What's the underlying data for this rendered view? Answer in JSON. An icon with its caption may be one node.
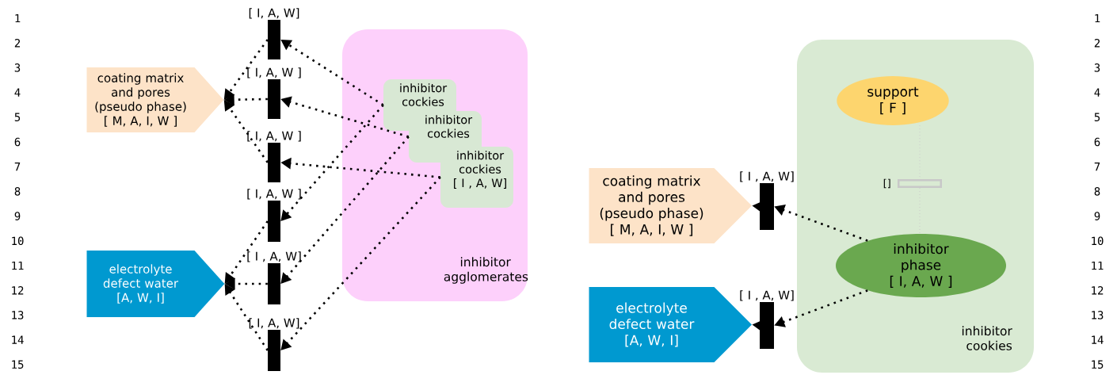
{
  "diagram": {
    "nodes": [
      {
        "text": [
          "coating matrix and pores (pseudo phase)",
          "[ M, A, I, W ]"
        ]
      },
      {
        "text": [
          "electrolyte defect water",
          "[A, W, I]"
        ]
      },
      {
        "text": [
          "[ I, A, W]"
        ]
      },
      {
        "text": [
          "[ I, A, W ]"
        ]
      },
      {
        "text": [
          "[ I, A, W ]"
        ]
      },
      {
        "text": [
          "[ I, A, W ]"
        ]
      },
      {
        "text": [
          "[ I , A, W]"
        ]
      },
      {
        "text": [
          "[ I, A, W]"
        ]
      },
      {
        "text": [
          "inhibitor agglomerates"
        ]
      },
      {
        "text": [
          "inhibitor cockies"
        ],
        "in": 8
      },
      {
        "text": [
          "inhibitor cockies"
        ],
        "in": 8
      },
      {
        "text": [
          "inhibitor cockies",
          "[ I , A, W]"
        ],
        "in": 8
      },
      {
        "text": [
          "coating matrix and pores (pseudo phase)",
          "[ M, A, I, W ]"
        ]
      },
      {
        "text": [
          "electrolyte defect water",
          "[A, W, I]"
        ]
      },
      {
        "text": [
          "[ I , A, W]"
        ]
      },
      {
        "text": [
          "[ I , A, W]"
        ]
      },
      {
        "text": [
          "inhibitor cookies"
        ]
      },
      {
        "text": [
          "support",
          "[ F ]"
        ],
        "in": 16
      },
      {
        "text": [],
        "shape": "bar",
        "beside": [
          "[]"
        ],
        "in": 16
      },
      {
        "text": [
          "inhibitor phase",
          "[ I, A, W ]"
        ],
        "in": 16
      }
    ],
    "edges": [
      {
        "from": 9,
        "to": 2,
        "arrow": "to"
      },
      {
        "from": 9,
        "to": 5,
        "arrow": "to"
      },
      {
        "from": 10,
        "to": 3,
        "arrow": "to"
      },
      {
        "from": 10,
        "to": 6,
        "arrow": "to"
      },
      {
        "from": 11,
        "to": 4,
        "arrow": "to"
      },
      {
        "from": 11,
        "to": 7,
        "arrow": "to"
      },
      {
        "from": 2,
        "to": 0,
        "arrow": "to"
      },
      {
        "from": 3,
        "to": 0,
        "arrow": "to"
      },
      {
        "from": 4,
        "to": 0,
        "arrow": "to"
      },
      {
        "from": 5,
        "to": 1,
        "arrow": "to"
      },
      {
        "from": 6,
        "to": 1,
        "arrow": "to"
      },
      {
        "from": 7,
        "to": 1,
        "arrow": "to"
      },
      {
        "from": 19,
        "to": 14,
        "arrow": "to"
      },
      {
        "from": 19,
        "to": 15,
        "arrow": "to"
      },
      {
        "from": 14,
        "to": 12,
        "arrow": "to"
      },
      {
        "from": 15,
        "to": 13,
        "arrow": "to"
      },
      {
        "from": 17,
        "to": 18,
        "arrow": "none",
        "color": "#cccccc"
      },
      {
        "from": 18,
        "to": 19,
        "arrow": "none",
        "color": "#cccccc"
      }
    ],
    "labels": [
      "1",
      "2",
      "3",
      "4",
      "5",
      "6",
      "7",
      "8",
      "9",
      "10",
      "11",
      "12",
      "13",
      "14",
      "15",
      "1",
      "2",
      "3",
      "4",
      "5",
      "6",
      "7",
      "8",
      "9",
      "10",
      "11",
      "12",
      "13",
      "14",
      "15"
    ]
  }
}
